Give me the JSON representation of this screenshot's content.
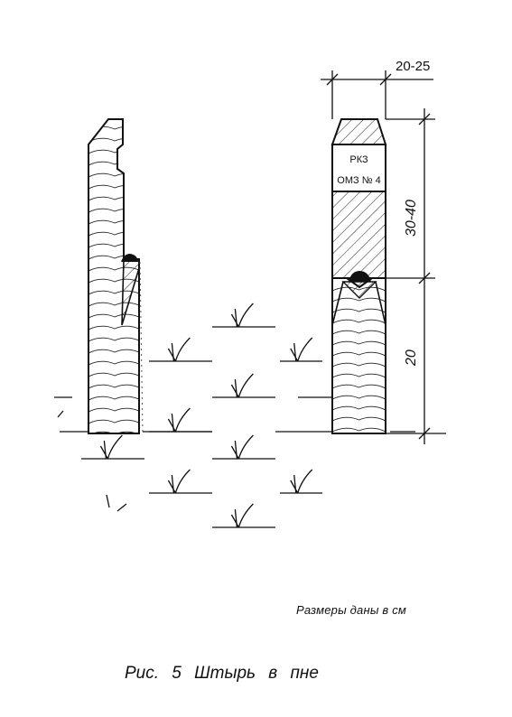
{
  "figure": {
    "caption": "Рис. 5   Штырь в пне",
    "units_note": "Размеры даны в см"
  },
  "dimensions": {
    "width": "20-25",
    "upper_part": "30-40",
    "lower_part": "20"
  },
  "marker": {
    "line1": "РКЗ",
    "line2": "ОМЗ № 4"
  }
}
